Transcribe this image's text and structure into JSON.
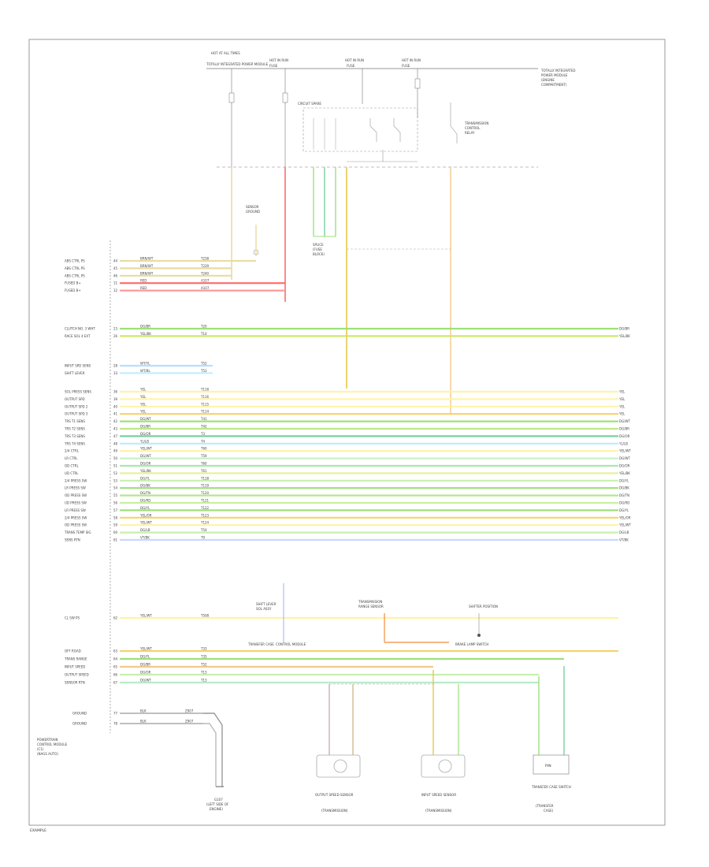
{
  "diagram": {
    "footer_code": "EXAMPLE",
    "top_fuse_labels": [
      "HOT AT ALL TIMES",
      "HOT IN RUN",
      "HOT IN RUN",
      "HOT IN RUN"
    ],
    "top_fuse_sublabels": [
      "TOTALLY INTEGRATED POWER MODULE",
      "FUSE",
      "FUSE",
      "FUSE"
    ],
    "tipm_label": [
      "TOTALLY INTEGRATED",
      "POWER MODULE",
      "(ENGINE",
      "COMPARTMENT)"
    ],
    "relay_label": "CIRCUIT SPARE",
    "trans_relay_label": [
      "TRANSMISSION",
      "CONTROL",
      "RELAY"
    ],
    "splice_label": [
      "SENSOR",
      "GROUND"
    ],
    "mid_splice_label": [
      "SPLICE",
      "(FUSE",
      "BLOCK)"
    ],
    "module_label": [
      "POWERTRAIN",
      "CONTROL MODULE",
      "(C1)",
      "(NAGS AUTO)"
    ],
    "pin_rows": [
      {
        "pin": "ABS CTRL PS",
        "num": "44",
        "wire": "BRN/WT",
        "code": "T238",
        "color": "#e8dca0"
      },
      {
        "pin": "ABS CTRL PS",
        "num": "45",
        "wire": "BRN/WT",
        "code": "T239",
        "color": "#e8dca0"
      },
      {
        "pin": "ABS CTRL PS",
        "num": "46",
        "wire": "BRN/WT",
        "code": "T240",
        "color": "#e8dca0"
      },
      {
        "pin": "FUSED B+",
        "num": "11",
        "wire": "RED",
        "code": "A107",
        "color": "#ff6a6a"
      },
      {
        "pin": "FUSED B+",
        "num": "12",
        "wire": "RED",
        "code": "A107",
        "color": "#ff9999"
      },
      {
        "pin": "CLUTCH NO. 3 WHT",
        "num": "23",
        "wire": "DG/BR",
        "code": "T20",
        "color": "#9ee07a"
      },
      {
        "pin": "RACE SOL 4 EXT",
        "num": "26",
        "wire": "YEL/BK",
        "code": "T14",
        "color": "#cde86a"
      },
      {
        "pin": "INPUT SPD SENS",
        "num": "28",
        "wire": "WT/YL",
        "code": "T52",
        "color": "#b8e0ff"
      },
      {
        "pin": "SHIFT LEVER",
        "num": "33",
        "wire": "WT/BL",
        "code": "T53",
        "color": "#c8ecff"
      },
      {
        "pin": "SOL PRESS SENS",
        "num": "36",
        "wire": "YEL",
        "code": "T118",
        "color": "#fff3a8"
      },
      {
        "pin": "OUTPUT SPD",
        "num": "39",
        "wire": "YEL",
        "code": "T116",
        "color": "#fff3a8"
      },
      {
        "pin": "OUTPUT SPD 2",
        "num": "40",
        "wire": "YEL",
        "code": "T115",
        "color": "#fff3a8"
      },
      {
        "pin": "OUTPUT SPD 3",
        "num": "41",
        "wire": "YEL",
        "code": "T114",
        "color": "#f5d36a"
      },
      {
        "pin": "TRS T1 SENS",
        "num": "42",
        "wire": "DG/WT",
        "code": "T41",
        "color": "#9ee07a"
      },
      {
        "pin": "TRS T2 SENS",
        "num": "43",
        "wire": "DG/BR",
        "code": "T42",
        "color": "#bfe88a"
      },
      {
        "pin": "TRS T3 SENS",
        "num": "47",
        "wire": "DG/OR",
        "code": "T3",
        "color": "#7ad0a0"
      },
      {
        "pin": "TRS T4 SENS",
        "num": "48",
        "wire": "YL/LB",
        "code": "T4",
        "color": "#b8ecff"
      },
      {
        "pin": "2/4 CTRL",
        "num": "49",
        "wire": "YEL/WT",
        "code": "T60",
        "color": "#fff3a8"
      },
      {
        "pin": "LR CTRL",
        "num": "50",
        "wire": "DG/WT",
        "code": "T59",
        "color": "#c8f0c8"
      },
      {
        "pin": "OD CTRL",
        "num": "51",
        "wire": "DG/OR",
        "code": "T60",
        "color": "#a8e8b0"
      },
      {
        "pin": "UD CTRL",
        "num": "52",
        "wire": "YEL/BK",
        "code": "T61",
        "color": "#e8f0a0"
      },
      {
        "pin": "2/4 PRESS SW",
        "num": "53",
        "wire": "DG/YL",
        "code": "T118",
        "color": "#c8f0b0"
      },
      {
        "pin": "LR PRESS SW",
        "num": "54",
        "wire": "DG/BK",
        "code": "T119",
        "color": "#9ee07a"
      },
      {
        "pin": "OD PRESS SW",
        "num": "55",
        "wire": "DG/TN",
        "code": "T120",
        "color": "#b0e890"
      },
      {
        "pin": "UD PRESS SW",
        "num": "56",
        "wire": "DG/RD",
        "code": "T121",
        "color": "#c8f0a0"
      },
      {
        "pin": "LR PRESS SW",
        "num": "57",
        "wire": "DG/YL",
        "code": "T122",
        "color": "#9ee07a"
      },
      {
        "pin": "2/4 PRESS SW",
        "num": "58",
        "wire": "YEL/OR",
        "code": "T123",
        "color": "#f5d36a"
      },
      {
        "pin": "OD PRESS SW",
        "num": "59",
        "wire": "YEL/WT",
        "code": "T124",
        "color": "#fff3a8"
      },
      {
        "pin": "TRANS TEMP SIG",
        "num": "60",
        "wire": "DG/LB",
        "code": "T54",
        "color": "#c8f0b0"
      },
      {
        "pin": "SENS RTN",
        "num": "61",
        "wire": "VT/BK",
        "code": "T9",
        "color": "#c8d8ff"
      }
    ],
    "lower_rows": [
      {
        "pin": "CL SW PS",
        "num": "62",
        "wire": "YEL/WT",
        "code": "T508",
        "color": "#fff3a8"
      },
      {
        "pin": "OFF ROAD",
        "num": "63",
        "wire": "YEL/WT",
        "code": "T33",
        "color": "#f5d36a"
      },
      {
        "pin": "TRANS RANGE",
        "num": "64",
        "wire": "DG/YL",
        "code": "T35",
        "color": "#9ee07a"
      },
      {
        "pin": "INPUT SPEED",
        "num": "65",
        "wire": "DG/BR",
        "code": "T52",
        "color": "#f5c88a"
      },
      {
        "pin": "OUTPUT SPEED",
        "num": "66",
        "wire": "DG/OR",
        "code": "T13",
        "color": "#c8f0b0"
      },
      {
        "pin": "SENSOR RTN",
        "num": "67",
        "wire": "DG/WT",
        "code": "T13",
        "color": "#b8ecc8"
      }
    ],
    "ground_rows": [
      {
        "pin": "GROUND",
        "num": "77",
        "wire": "BLK",
        "code": "Z907"
      },
      {
        "pin": "GROUND",
        "num": "78",
        "wire": "BLK",
        "code": "Z907"
      }
    ],
    "right_connector_labels": [
      "DG/WT",
      "YEL/BK",
      "YEL/WT"
    ],
    "bottom_components": [
      {
        "name": "G107",
        "lines": [
          "(LEFT SIDE OF",
          "ENGINE)"
        ]
      },
      {
        "name": "OUTPUT SPEED SENSOR",
        "lines": [
          "(TRANSMISSION)"
        ]
      },
      {
        "name": "INPUT SPEED SENSOR",
        "lines": [
          "(TRANSMISSION)"
        ]
      },
      {
        "name": "TRANSFER CASE SWITCH",
        "lines": [
          "(TRANSFER",
          "CASE)"
        ]
      }
    ],
    "case_label": "P/N",
    "mid_labels": [
      "SHIFT LEVER",
      "SOL ASSY",
      "TRANSMISSION",
      "RANGE SENSOR",
      "SHIFTER POSITION"
    ],
    "note_labels": [
      "TRANSFER CASE",
      "CONTROL MODULE",
      "BRAKE LAMP SWITCH"
    ]
  }
}
